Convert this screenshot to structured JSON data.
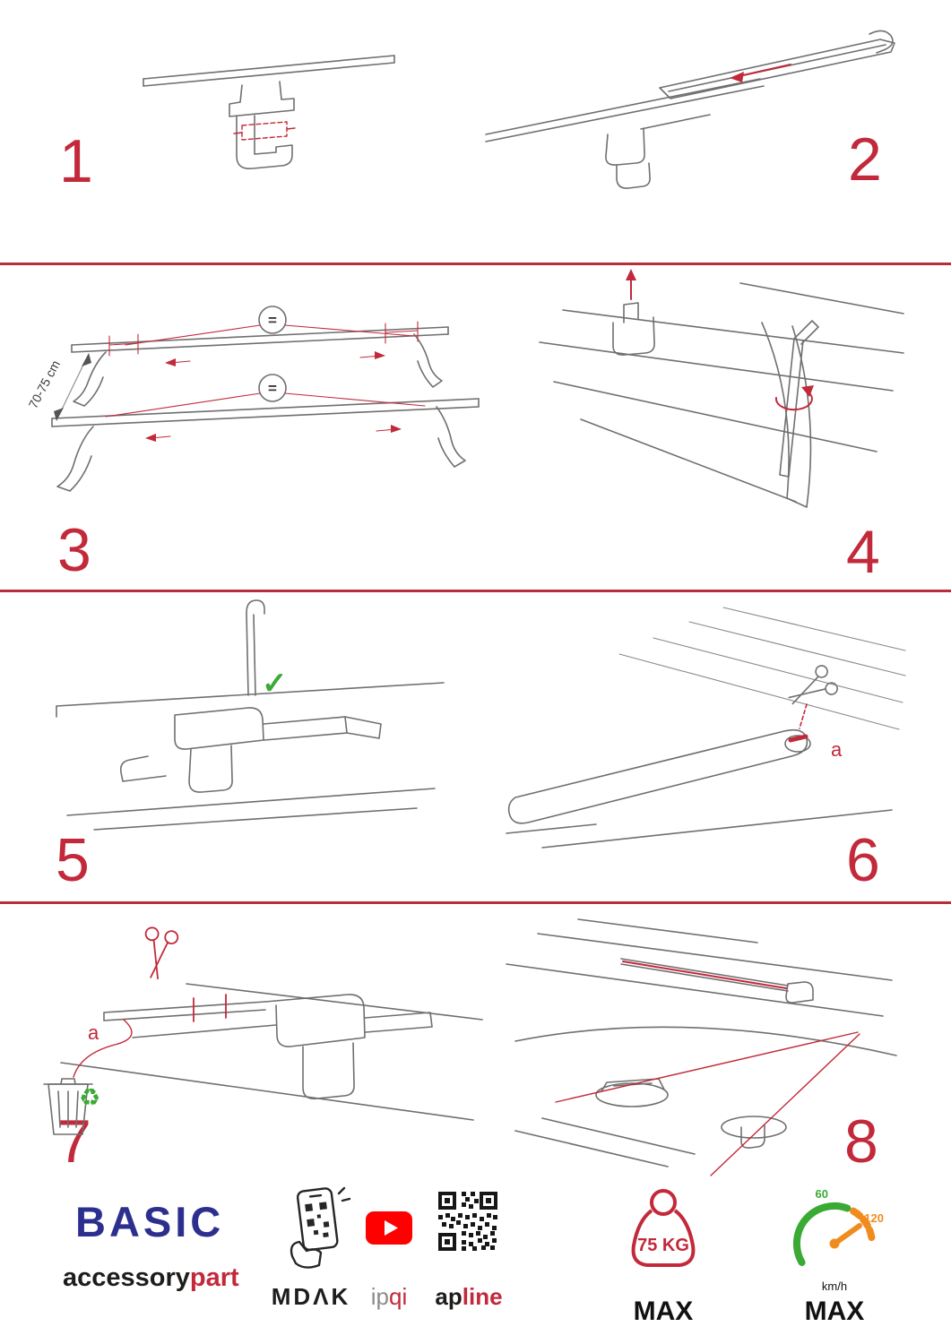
{
  "colors": {
    "accent_red": "#c2293a",
    "line_gray": "#6f6f6f",
    "success_green": "#3aaa35",
    "warn_orange": "#f08c1e",
    "brand_blue": "#2d2f8e",
    "youtube_red": "#ff0000"
  },
  "steps": [
    {
      "number": "1"
    },
    {
      "number": "2"
    },
    {
      "number": "3"
    },
    {
      "number": "4"
    },
    {
      "number": "5"
    },
    {
      "number": "6"
    },
    {
      "number": "7"
    },
    {
      "number": "8"
    }
  ],
  "step3": {
    "dimension_label": "70-75 cm",
    "equals_top": "=",
    "equals_bottom": "="
  },
  "step5": {
    "checkmark": "✓"
  },
  "step6": {
    "cut_label": "a"
  },
  "step7": {
    "cut_label": "a",
    "recycle": "♻"
  },
  "footer": {
    "brand": "BASIC",
    "brand_sub_black": "accessory",
    "brand_sub_red": "part",
    "logo_mdak": "MDΛK",
    "logo_ip": "ip",
    "logo_qi": "qi",
    "logo_ap": "ap",
    "logo_line": "line",
    "weight_label": "75 KG",
    "weight_max": "MAX",
    "speed_start": "60",
    "speed_end": "120",
    "speed_unit": "km/h",
    "speed_max": "MAX"
  }
}
